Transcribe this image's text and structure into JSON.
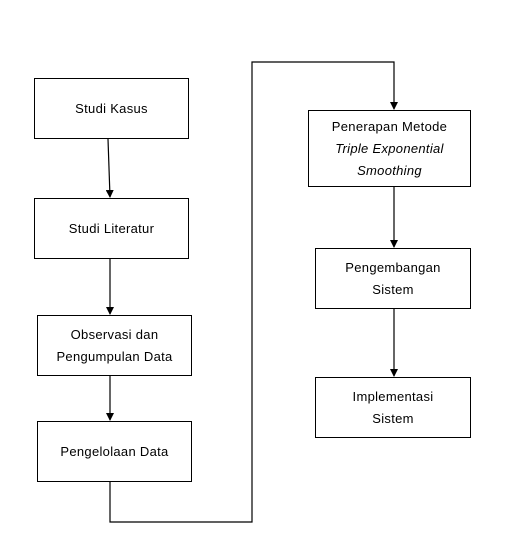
{
  "flowchart": {
    "steps": {
      "studi_kasus": {
        "line1": "Studi Kasus"
      },
      "studi_literatur": {
        "line1": "Studi Literatur"
      },
      "observasi": {
        "line1": "Observasi dan",
        "line2": "Pengumpulan Data"
      },
      "pengelolaan": {
        "line1": "Pengelolaan Data"
      },
      "penerapan": {
        "line1": "Penerapan Metode",
        "line2": "Triple Exponential",
        "line3": "Smoothing"
      },
      "pengembangan": {
        "line1": "Pengembangan",
        "line2": "Sistem"
      },
      "implementasi": {
        "line1": "Implementasi",
        "line2": "Sistem"
      }
    },
    "colors": {
      "line": "#000000",
      "box_fill": "#ffffff",
      "text": "#000000"
    }
  }
}
